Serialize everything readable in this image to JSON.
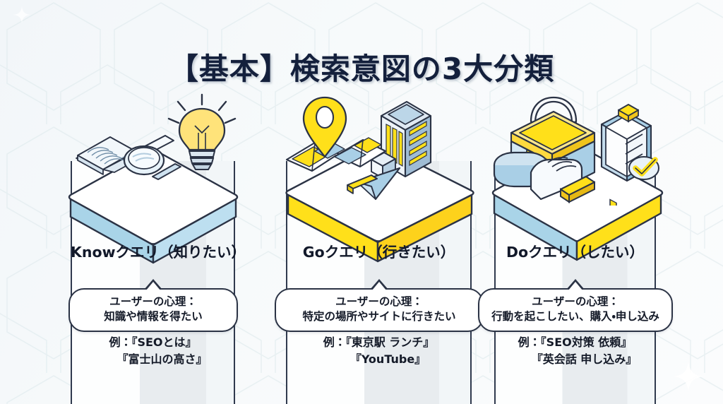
{
  "slide": {
    "title": "【基本】検索意図の3大分類",
    "background_color": "#f4f7f9",
    "title_color": "#14203c",
    "accent_yellow": "#ffe01a",
    "accent_blue": "#a9d4e8",
    "outline_color": "#2b3345"
  },
  "columns": [
    {
      "id": "know",
      "label": "Knowクエリ（知りたい）",
      "pedestal_band_color": "#a9d4e8",
      "icons": [
        "open-book-icon",
        "magnifying-glass-icon",
        "lightbulb-icon"
      ],
      "bubble": {
        "line1": "ユーザーの心理：",
        "line2": "知識や情報を得たい"
      },
      "examples": {
        "line1": "例：『SEOとは』",
        "line2": "『富士山の高さ』"
      }
    },
    {
      "id": "go",
      "label": "Goクエリ（行きたい）",
      "pedestal_band_color": "#ffe01a",
      "icons": [
        "folded-map-icon",
        "map-pin-icon",
        "office-building-icon",
        "paper-plane-cursor-icon"
      ],
      "bubble": {
        "line1": "ユーザーの心理：",
        "line2": "特定の場所やサイトに行きたい"
      },
      "examples": {
        "line1": "例：『東京駅 ランチ』",
        "line2": "『YouTube』"
      }
    },
    {
      "id": "do",
      "label": "Doクエリ（したい）",
      "pedestal_band_color": "#ffe01a",
      "icons": [
        "toolbox-icon",
        "clipboard-checklist-icon",
        "check-mark-icon",
        "pointing-hand-icon",
        "push-button-icon"
      ],
      "bubble": {
        "line1": "ユーザーの心理：",
        "line2": "行動を起こしたい、購入・申し込み"
      },
      "examples": {
        "line1": "例：『SEO対策 依頼』",
        "line2": "『英会話 申し込み』"
      }
    }
  ]
}
